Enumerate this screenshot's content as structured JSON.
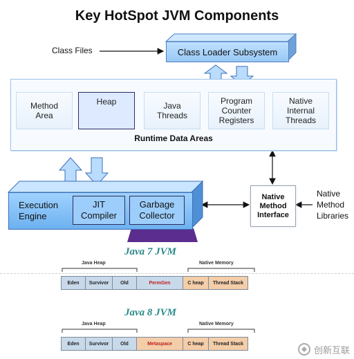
{
  "title": "Key HotSpot JVM Components",
  "class_files_label": "Class Files",
  "class_loader_label": "Class Loader Subsystem",
  "runtime": {
    "caption": "Runtime Data Areas",
    "cells": [
      "Method\nArea",
      "Heap",
      "Java\nThreads",
      "Program\nCounter\nRegisters",
      "Native\nInternal\nThreads"
    ]
  },
  "execution_engine": {
    "label": "Execution\nEngine",
    "jit": "JIT\nCompiler",
    "gc": "Garbage\nCollector"
  },
  "native_interface": "Native\nMethod\nInterface",
  "native_libraries": "Native\nMethod\nLibraries",
  "java7": {
    "title": "Java 7 JVM",
    "heap_label": "Java Heap",
    "native_label": "Native Memory",
    "cells": [
      "Eden",
      "Survivor",
      "Old",
      "PermGen",
      "C heap",
      "Thread Stack"
    ]
  },
  "java8": {
    "title": "Java 8 JVM",
    "heap_label": "Java Heap",
    "native_label": "Native Memory",
    "cells": [
      "Eden",
      "Survivor",
      "Old",
      "Metaspace",
      "C heap",
      "Thread Stack"
    ]
  },
  "watermark": "创新互联",
  "colors": {
    "box_blue": "#98c8f6",
    "purple_base": "#5b2d8e",
    "accent_red": "#c02020",
    "teal_title": "#2a8a8a"
  }
}
